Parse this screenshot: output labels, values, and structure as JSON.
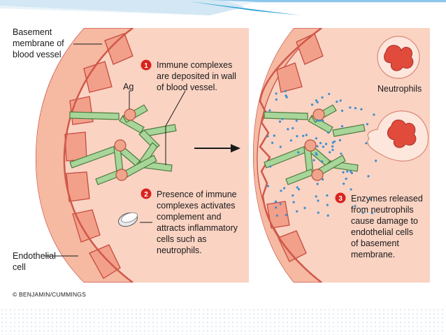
{
  "labels": {
    "basement_membrane": [
      "Basement",
      "membrane of",
      "blood vessel"
    ],
    "endothelial_cell": [
      "Endothelial",
      "cell"
    ],
    "antigen": "Ag",
    "neutrophils": "Neutrophils"
  },
  "steps": [
    {
      "number": "1",
      "lines": [
        "Immune complexes",
        "are deposited in wall",
        "of blood vessel."
      ]
    },
    {
      "number": "2",
      "lines": [
        "Presence of immune",
        "complexes activates",
        "complement and",
        "attracts inflammatory",
        "cells such as",
        "neutrophils."
      ]
    },
    {
      "number": "3",
      "lines": [
        "Enzymes released",
        "from neutrophils",
        "cause damage to",
        "endothelial cells",
        "of basement",
        "membrane."
      ]
    }
  ],
  "credit": "© BENJAMIN/CUMMINGS",
  "colors": {
    "vessel_wall": "#f6b9a2",
    "lumen_edge": "#d0584a",
    "endothelial_cell": "#f2a08a",
    "immune_complex": "#a8d59a",
    "antigen_node": "#f0a48c",
    "step_badge": "#d9231d",
    "enzyme_dots": "#3a8fd0",
    "neutrophil_nucleus": "#e04b3c",
    "header_accent": "#2b9fd6"
  }
}
